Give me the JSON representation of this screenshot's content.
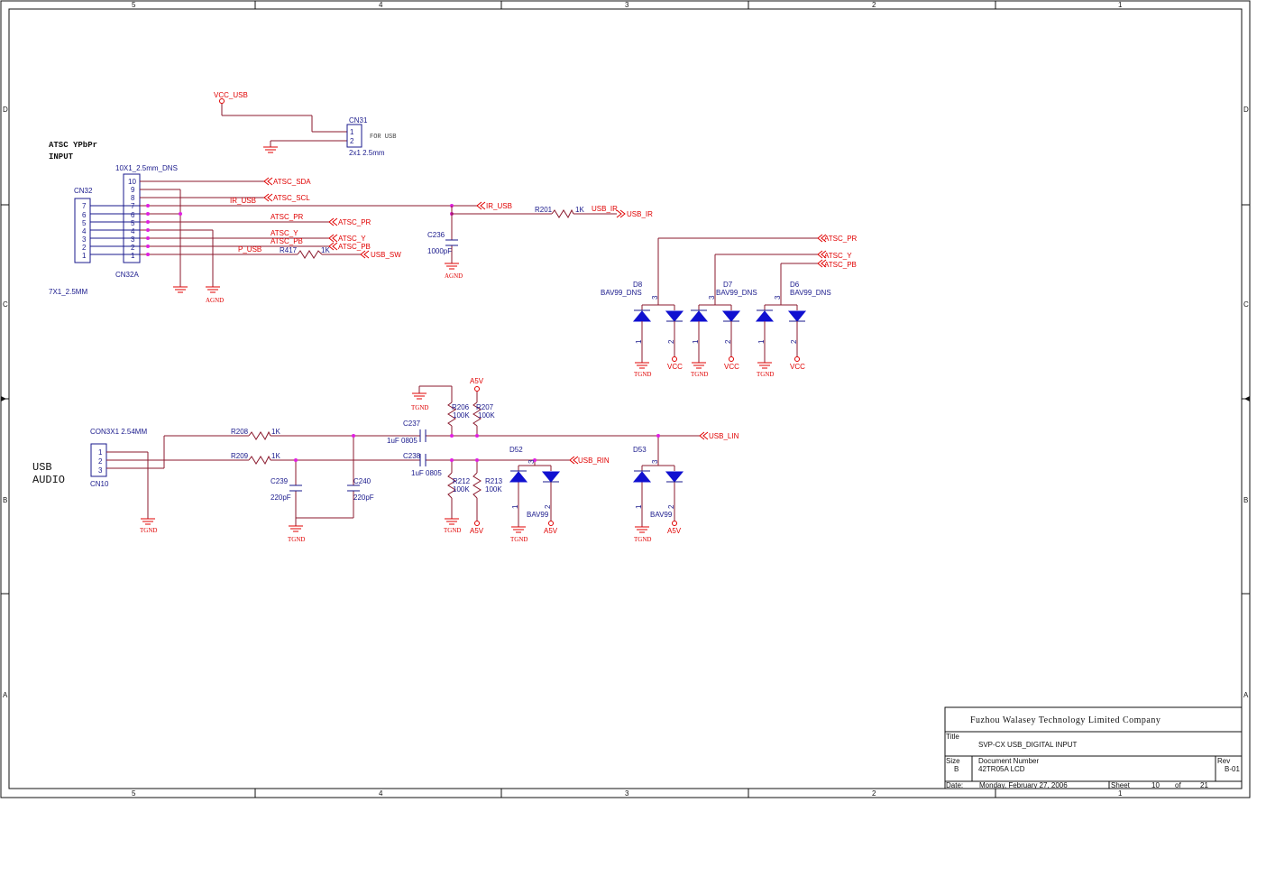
{
  "frame": {
    "col_labels": [
      "5",
      "4",
      "3",
      "2",
      "1"
    ],
    "row_labels": [
      "D",
      "C",
      "B",
      "A"
    ]
  },
  "title_block": {
    "company": "Fuzhou Walasey Technology Limited Company",
    "title_label": "Title",
    "title": "SVP-CX USB_DIGITAL INPUT",
    "size_label": "Size",
    "size": "B",
    "docnum_label": "Document Number",
    "docnum": "42TR05A LCD",
    "rev_label": "Rev",
    "rev": "B-01",
    "date_label": "Date:",
    "date": "Monday, February 27, 2006",
    "sheet_label": "Sheet",
    "sheet": "10",
    "of_label": "of",
    "total": "21"
  },
  "headings": {
    "atsc_1": "ATSC YPbPr",
    "atsc_2": "INPUT",
    "usb_1": "USB",
    "usb_2": "AUDIO"
  },
  "parts": {
    "cn31_ref": "CN31",
    "cn31_val": "2x1 2.5mm",
    "cn31_note": "FOR USB",
    "cn31_pins": [
      "1",
      "2"
    ],
    "cn32_ref": "CN32",
    "cn32_val": "7X1_2.5MM",
    "cn32_pins": [
      "7",
      "6",
      "5",
      "4",
      "3",
      "2",
      "1"
    ],
    "cn32a_ref": "CN32A",
    "cn32a_val": "10X1_2.5mm_DNS",
    "cn32a_pins": [
      "10",
      "9",
      "8",
      "7",
      "6",
      "5",
      "4",
      "3",
      "2",
      "1"
    ],
    "r201_ref": "R201",
    "r201_val": "1K",
    "r417_ref": "R417",
    "r417_val": "1K",
    "c236_ref": "C236",
    "c236_val": "1000pF",
    "d8_ref": "D8",
    "d7_ref": "D7",
    "d6_ref": "D6",
    "bav99_dns": "BAV99_DNS",
    "cn10_ref": "CN10",
    "cn10_val": "CON3X1 2.54MM",
    "cn10_pins": [
      "1",
      "2",
      "3"
    ],
    "r208_ref": "R208",
    "r208_val": "1K",
    "r209_ref": "R209",
    "r209_val": "1K",
    "c239_ref": "C239",
    "c239_val": "220pF",
    "c240_ref": "C240",
    "c240_val": "220pF",
    "c237_ref": "C237",
    "c237_val": "1uF 0805",
    "c238_ref": "C238",
    "c238_val": "1uF 0805",
    "r206_ref": "R206",
    "r206_val": "100K",
    "r207_ref": "R207",
    "r207_val": "100K",
    "r212_ref": "R212",
    "r212_val": "100K",
    "r213_ref": "R213",
    "r213_val": "100K",
    "d52_ref": "D52",
    "d53_ref": "D53",
    "bav99": "BAV99",
    "pin1": "1",
    "pin2": "2",
    "pin3": "3"
  },
  "nets": {
    "vcc_usb": "VCC_USB",
    "atsc_sda": "ATSC_SDA",
    "atsc_scl": "ATSC_SCL",
    "ir_usb": "IR_USB",
    "atsc_pr": "ATSC_PR",
    "atsc_y": "ATSC_Y",
    "atsc_pb": "ATSC_PB",
    "p_usb": "P_USB",
    "usb_sw": "USB_SW",
    "usb_ir": "USB_IR",
    "agnd": "AGND",
    "tgnd": "TGND",
    "vcc": "VCC",
    "a5v": "A5V",
    "usb_lin": "USB_LIN",
    "usb_rin": "USB_RIN"
  },
  "colors": {
    "wire": "#8b1a2e",
    "part": "#1a1a8c",
    "net_label": "#e00000",
    "junction": "#e020e0",
    "diode_fill": "#1010d0"
  }
}
